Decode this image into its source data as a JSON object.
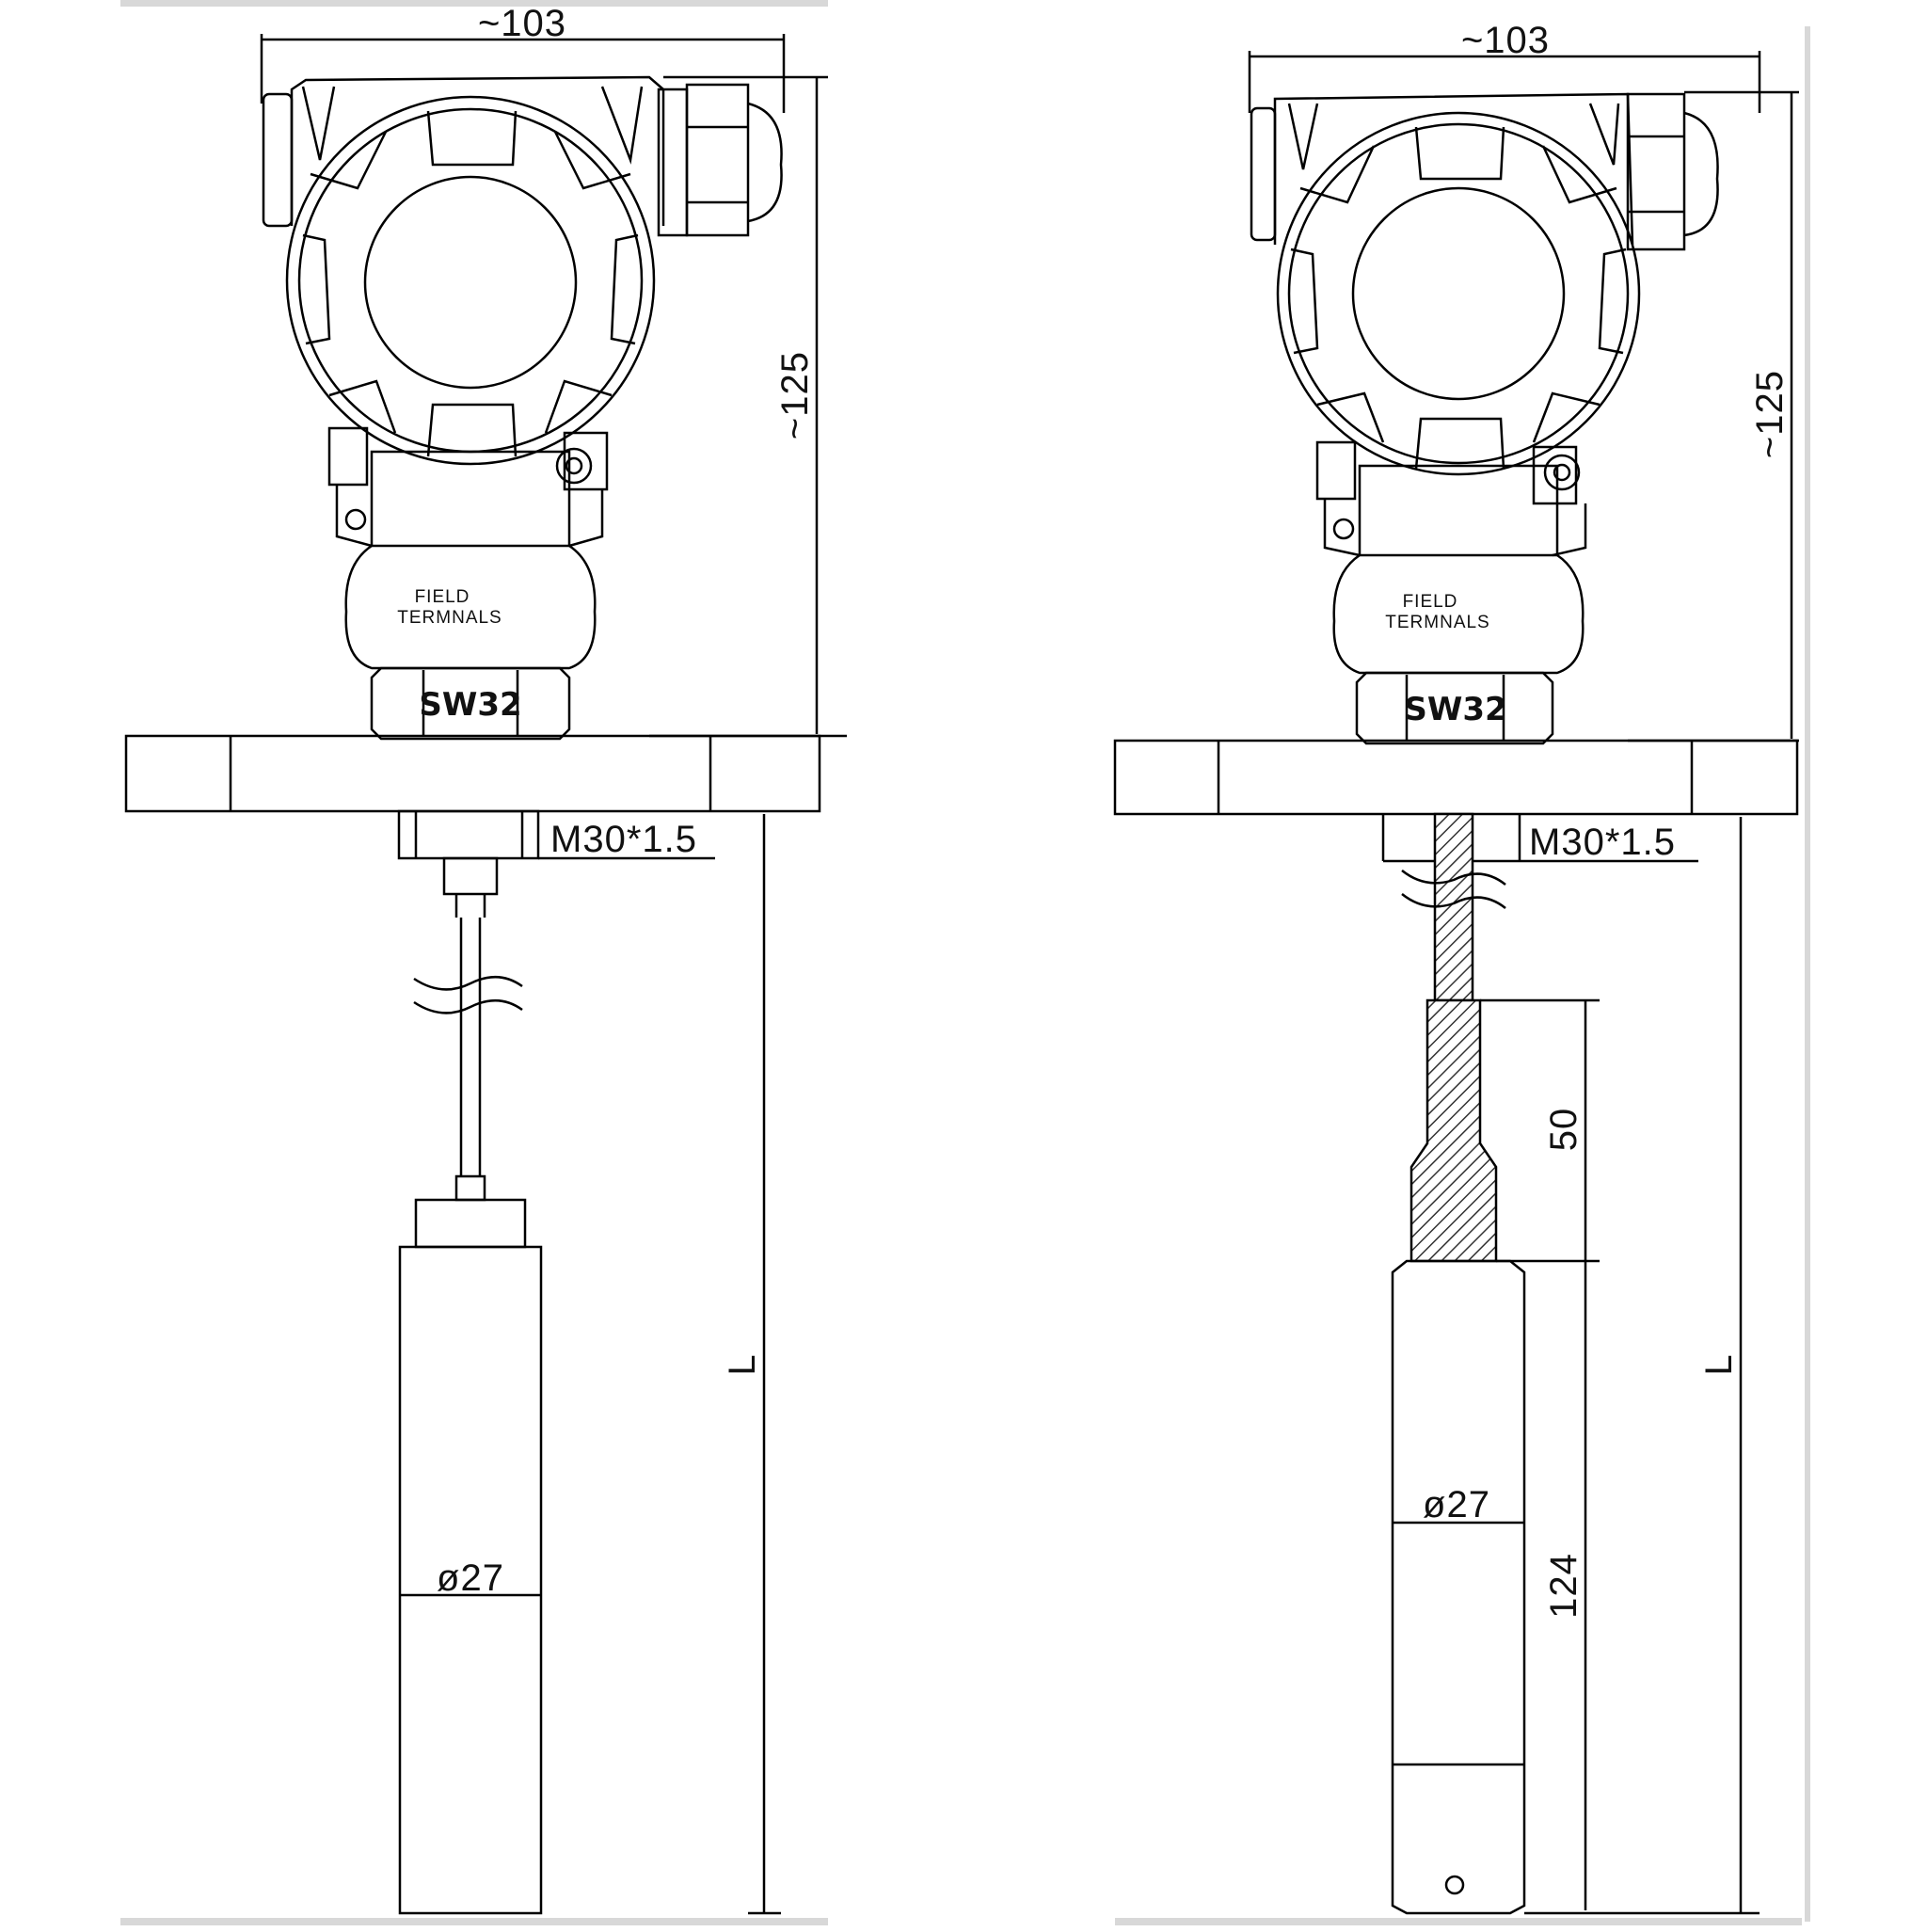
{
  "views": [
    {
      "id": "left",
      "width_label": "~103",
      "height_label": "~125",
      "terminal_label_line1": "FIELD",
      "terminal_label_line2": "TERMNALS",
      "nut_label": "SW32",
      "thread_label": "M30*1.5",
      "length_label": "L",
      "diameter_label": "ø27"
    },
    {
      "id": "right",
      "width_label": "~103",
      "height_label": "~125",
      "terminal_label_line1": "FIELD",
      "terminal_label_line2": "TERMNALS",
      "nut_label": "SW32",
      "thread_label": "M30*1.5",
      "length_label": "L",
      "diameter_label": "ø27",
      "sleeve_label": "50",
      "probe_label": "124"
    }
  ],
  "colors": {
    "line": "#000000",
    "frame": "#c8c8c8"
  }
}
